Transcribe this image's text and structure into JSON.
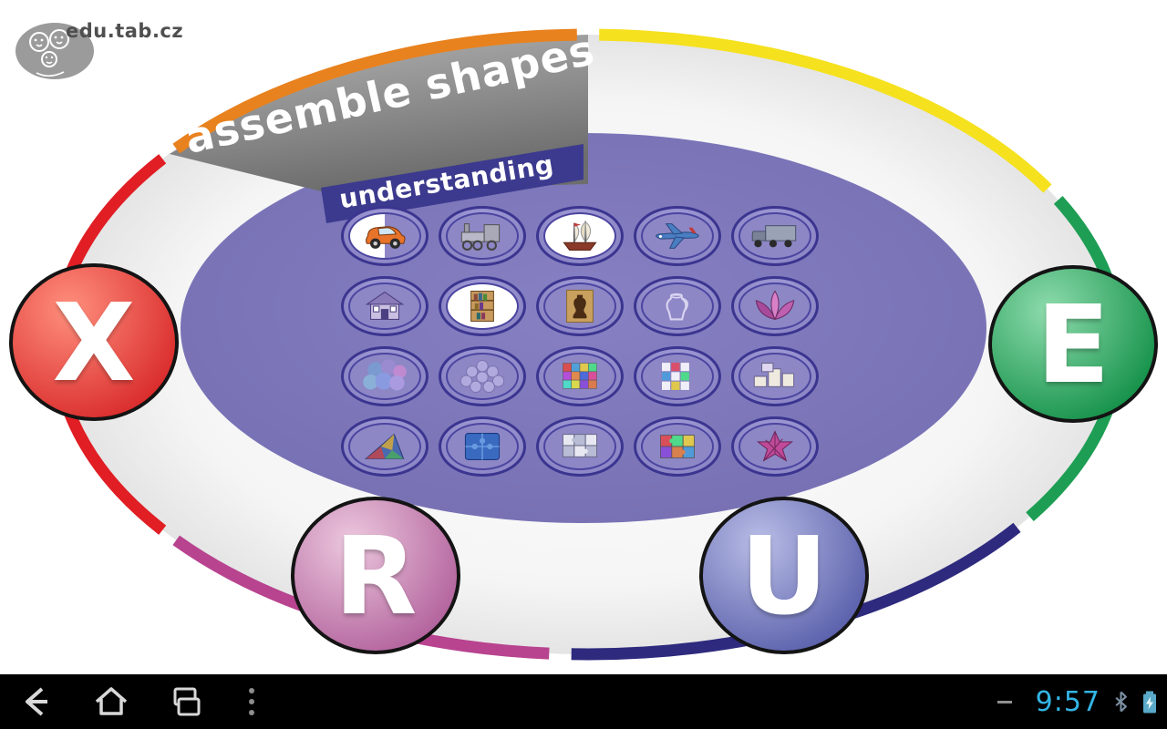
{
  "app": {
    "logo_text": "edu.tab.cz",
    "category_banner": "assemble shapes",
    "level_banner": "understanding"
  },
  "wheel": {
    "arcs": [
      {
        "name": "orange",
        "color": "#e8821e",
        "from": 218,
        "to": 270
      },
      {
        "name": "yellow",
        "color": "#f5e11e",
        "from": 270,
        "to": 331
      },
      {
        "name": "green",
        "color": "#1e9e54",
        "from": 331,
        "to": 395
      },
      {
        "name": "navy",
        "color": "#2e2a7e",
        "from": 35,
        "to": 93
      },
      {
        "name": "magenta",
        "color": "#b8438f",
        "from": 93,
        "to": 142
      },
      {
        "name": "red",
        "color": "#e01e24",
        "from": 142,
        "to": 218
      }
    ],
    "letters": [
      {
        "id": "x",
        "label": "X",
        "color_light": "#ff8f7d",
        "color_dark": "#d92b2b"
      },
      {
        "id": "e",
        "label": "E",
        "color_light": "#8edcad",
        "color_dark": "#149149"
      },
      {
        "id": "r",
        "label": "R",
        "color_light": "#ecc8de",
        "color_dark": "#b2629c"
      },
      {
        "id": "u",
        "label": "U",
        "color_light": "#b9bde6",
        "color_dark": "#5a60ab"
      }
    ],
    "inner_color": "#7d77b9"
  },
  "puzzles": {
    "items": [
      {
        "name": "car",
        "bg": "half"
      },
      {
        "name": "locomotive",
        "bg": "purple"
      },
      {
        "name": "sailboat",
        "bg": "white"
      },
      {
        "name": "airplane",
        "bg": "purple"
      },
      {
        "name": "truck",
        "bg": "purple"
      },
      {
        "name": "house",
        "bg": "purple"
      },
      {
        "name": "bookshelf",
        "bg": "white"
      },
      {
        "name": "vase",
        "bg": "purple"
      },
      {
        "name": "jug",
        "bg": "purple"
      },
      {
        "name": "water-lily",
        "bg": "purple"
      },
      {
        "name": "balls",
        "bg": "purple"
      },
      {
        "name": "molecules",
        "bg": "purple"
      },
      {
        "name": "mosaic-cubes",
        "bg": "purple"
      },
      {
        "name": "pattern-cubes",
        "bg": "purple"
      },
      {
        "name": "building-blocks",
        "bg": "purple"
      },
      {
        "name": "triangle-puzzle",
        "bg": "purple"
      },
      {
        "name": "blue-puzzle",
        "bg": "purple"
      },
      {
        "name": "gray-puzzle",
        "bg": "purple"
      },
      {
        "name": "color-puzzle",
        "bg": "purple"
      },
      {
        "name": "star-puzzle",
        "bg": "purple"
      }
    ]
  },
  "navbar": {
    "items": [
      "back",
      "home",
      "recents",
      "menu"
    ]
  },
  "statusbar": {
    "time": "9:57",
    "accent_color": "#33b5e5",
    "icons": [
      "no-signal",
      "bluetooth",
      "battery-charging"
    ]
  }
}
